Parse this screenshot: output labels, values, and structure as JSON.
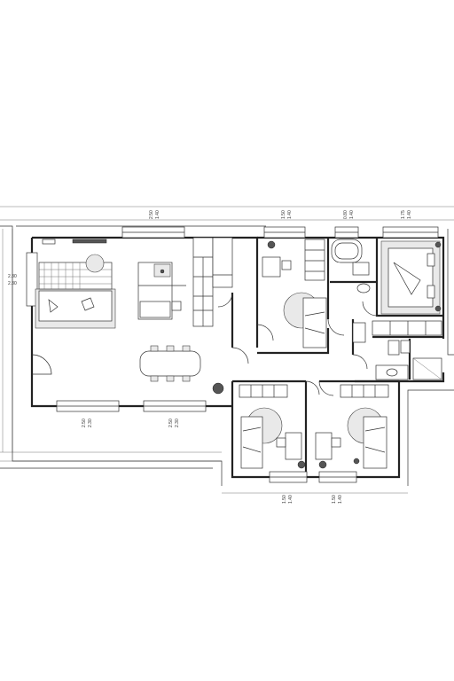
{
  "dimensions": {
    "top_living": [
      "2.50",
      "1.40"
    ],
    "top_bedroom_1": [
      "1.50",
      "1.40"
    ],
    "top_bath": [
      "0.80",
      "1.40"
    ],
    "top_master": [
      "1.75",
      "1.40"
    ],
    "left_side": [
      "2.30",
      "2.30"
    ],
    "bottom_living_1": [
      "2.50",
      "2.30"
    ],
    "bottom_living_2": [
      "2.50",
      "2.30"
    ],
    "bottom_bedroom_2": [
      "1.50",
      "1.40"
    ],
    "bottom_bedroom_3": [
      "1.50",
      "1.40"
    ]
  }
}
